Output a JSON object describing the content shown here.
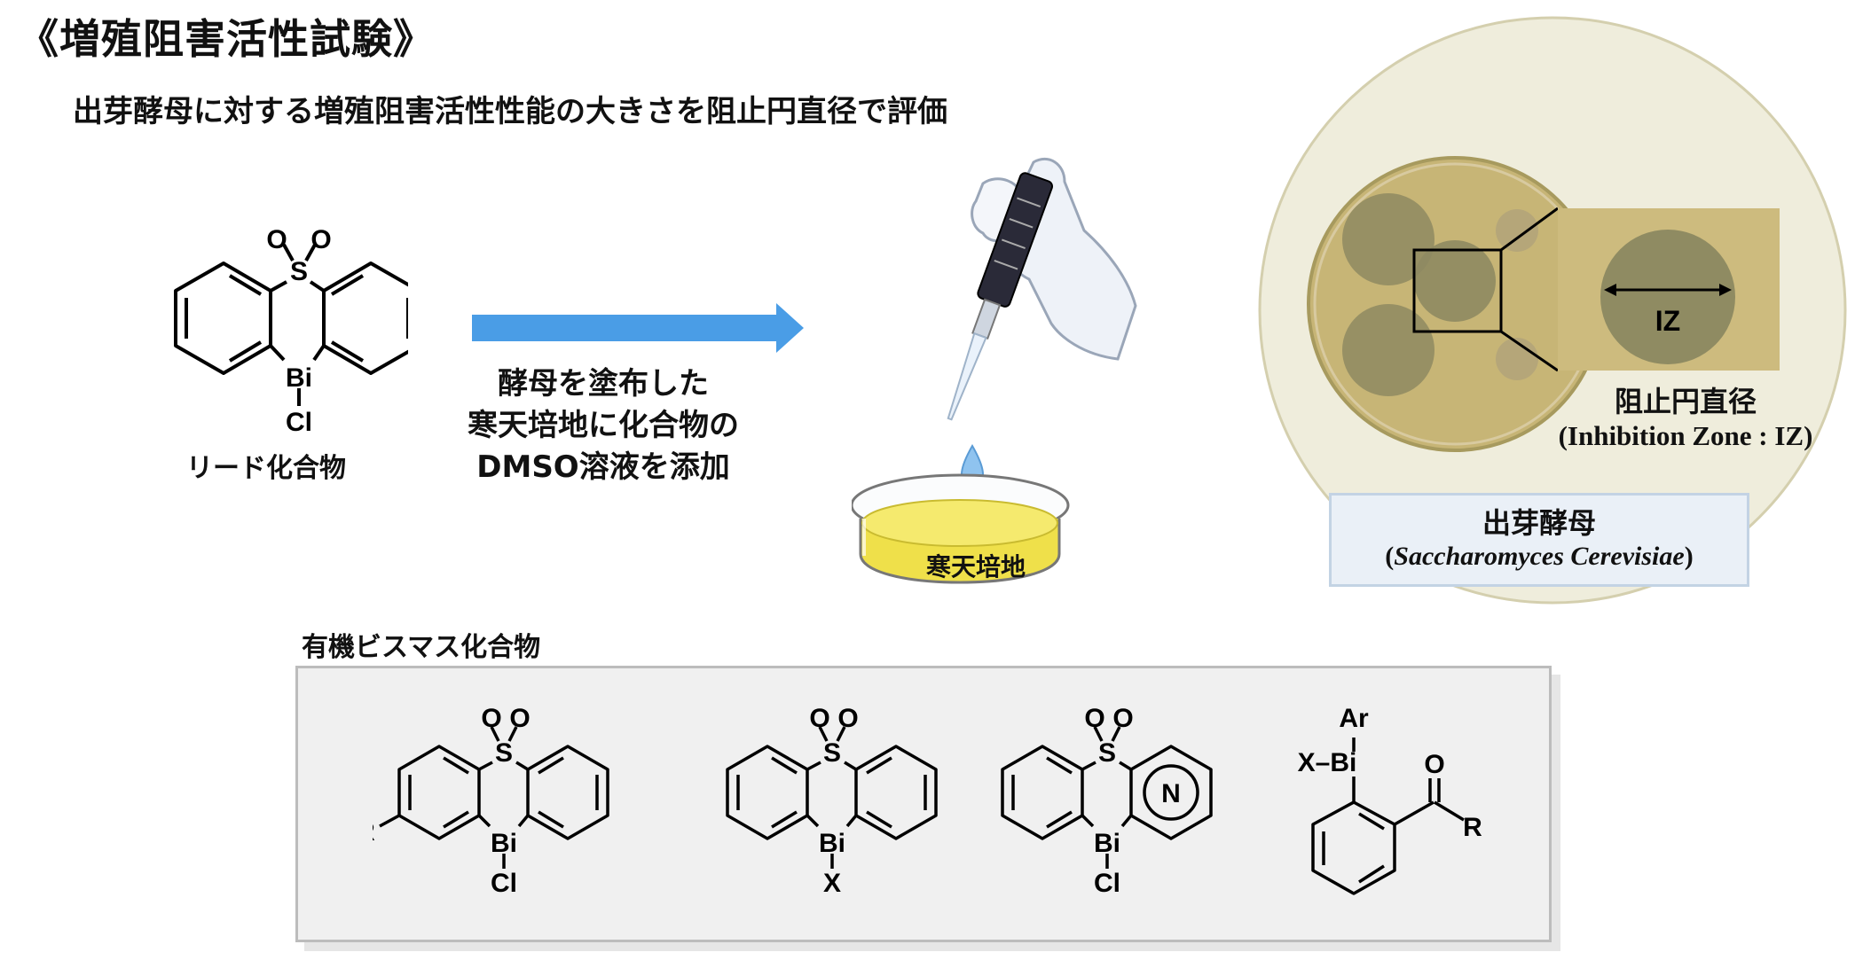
{
  "title": "《増殖阻害活性試験》",
  "subtitle": "出芽酵母に対する増殖阻害活性性能の大きさを阻止円直径で評価",
  "lead": {
    "caption": "リード化合物",
    "atoms": {
      "o1": "O",
      "o2": "O",
      "s": "S",
      "bi": "Bi",
      "cl": "Cl"
    }
  },
  "process": {
    "lines": [
      "酵母を塗布した",
      "寒天培地に化合物の",
      "DMSO溶液を添加"
    ],
    "dish_label": "寒天培地"
  },
  "plate": {
    "zoom_label": "IZ",
    "iz_jp": "阻止円直径",
    "iz_en": "(Inhibition Zone : IZ)",
    "organism_jp": "出芽酵母",
    "organism_en_prefix": "(",
    "organism_en_italic": "Saccharomyces Cerevisiae",
    "organism_en_suffix": ")"
  },
  "compounds": {
    "label": "有機ビスマス化合物",
    "c1": {
      "o1": "O",
      "o2": "O",
      "s": "S",
      "bi": "Bi",
      "sub": "Cl",
      "r": "R"
    },
    "c2": {
      "o1": "O",
      "o2": "O",
      "s": "S",
      "bi": "Bi",
      "sub": "X"
    },
    "c3": {
      "o1": "O",
      "o2": "O",
      "s": "S",
      "bi": "Bi",
      "sub": "Cl",
      "n": "N"
    },
    "c4": {
      "ar": "Ar",
      "xbi": "X–Bi",
      "o": "O",
      "r": "R"
    }
  },
  "colors": {
    "arrow": "#4a9de6",
    "agar": "#efe04a",
    "plate_bg": "#efeddc",
    "plate_agar": "#c7b576",
    "zone": "#8e8a62",
    "glove": "#eef2f8",
    "pipette": "#2a2a38"
  }
}
